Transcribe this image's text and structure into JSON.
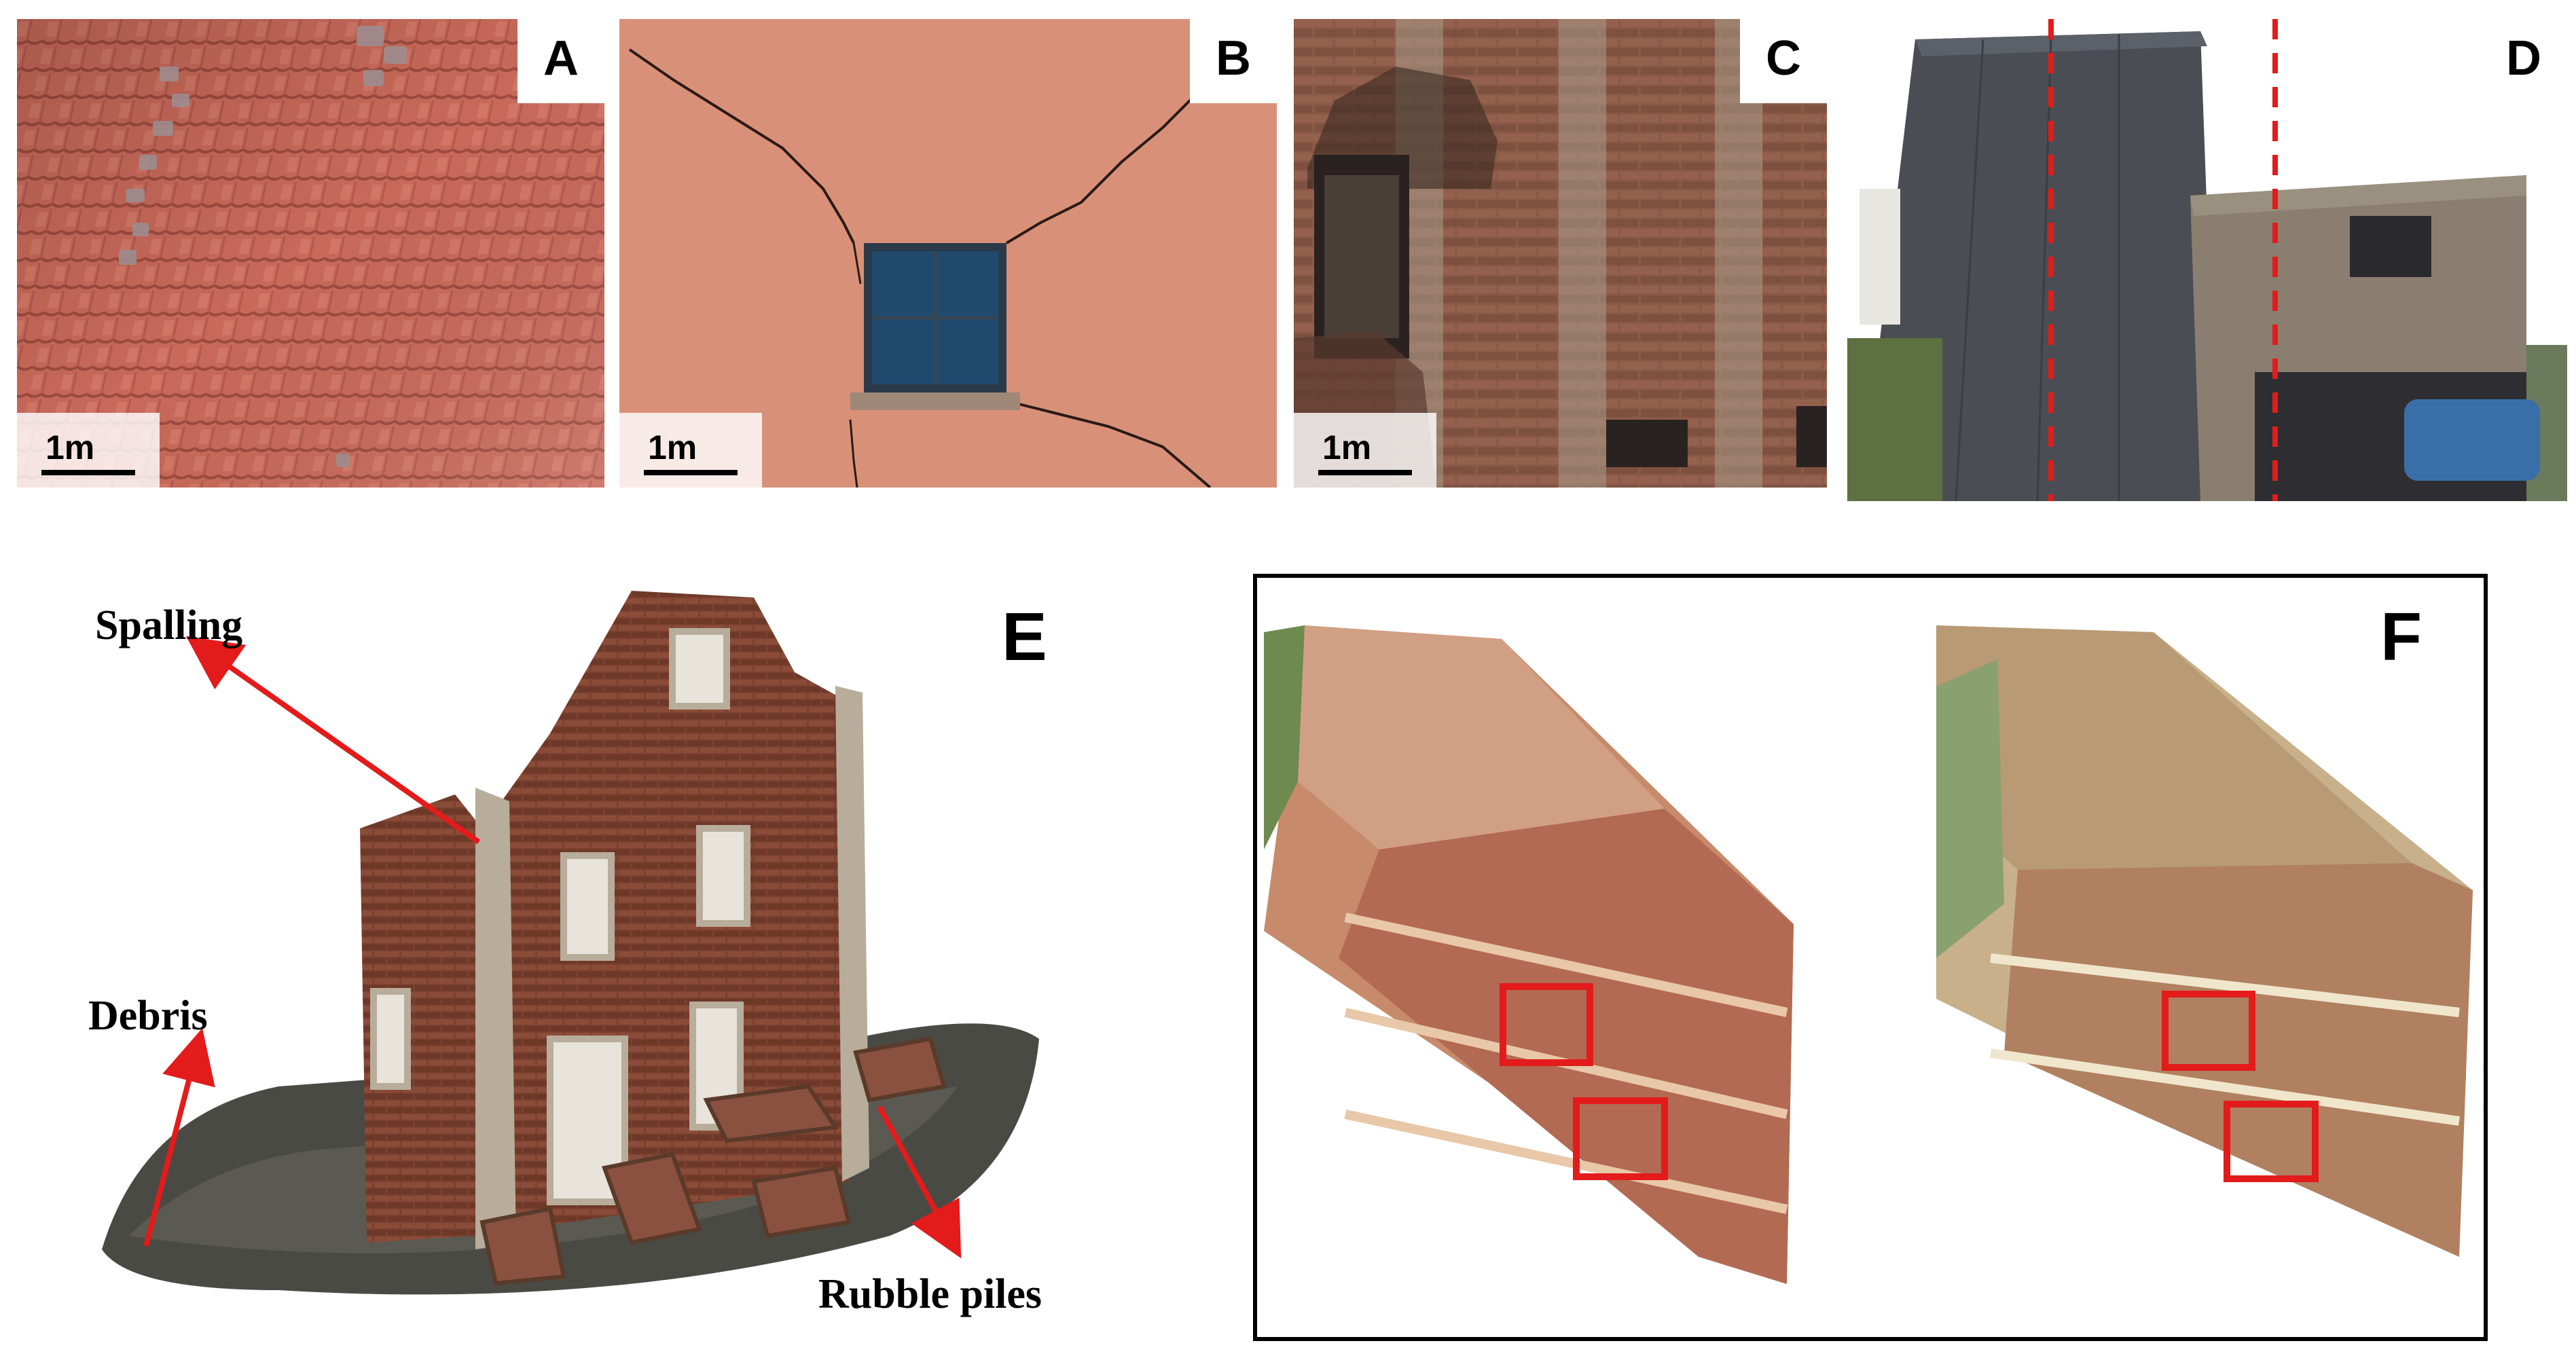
{
  "panels": {
    "a": {
      "letter": "A",
      "scale": "1m"
    },
    "b": {
      "letter": "B",
      "scale": "1m"
    },
    "c": {
      "letter": "C",
      "scale": "1m"
    },
    "d": {
      "letter": "D"
    },
    "e": {
      "letter": "E",
      "labels": {
        "spalling": "Spalling",
        "debris": "Debris",
        "rubble": "Rubble piles"
      }
    },
    "f": {
      "letter": "F"
    }
  },
  "colors": {
    "annotation_red": "#e31b1b",
    "roof_tile": "#c8695a",
    "wall_plaster": "#dc967c",
    "brick": "#8a5a48"
  }
}
